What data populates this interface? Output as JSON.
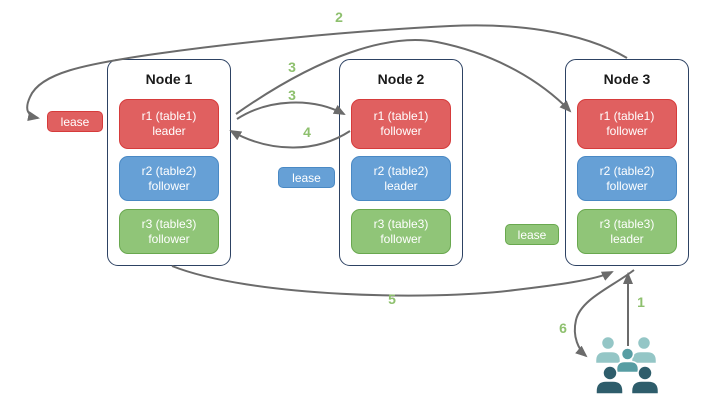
{
  "nodes": [
    {
      "title": "Node 1",
      "replicas": [
        {
          "name": "r1 (table1)",
          "role": "leader",
          "color": "red"
        },
        {
          "name": "r2 (table2)",
          "role": "follower",
          "color": "blue"
        },
        {
          "name": "r3 (table3)",
          "role": "follower",
          "color": "green"
        }
      ]
    },
    {
      "title": "Node 2",
      "replicas": [
        {
          "name": "r1 (table1)",
          "role": "follower",
          "color": "red"
        },
        {
          "name": "r2 (table2)",
          "role": "leader",
          "color": "blue"
        },
        {
          "name": "r3 (table3)",
          "role": "follower",
          "color": "green"
        }
      ]
    },
    {
      "title": "Node 3",
      "replicas": [
        {
          "name": "r1 (table1)",
          "role": "follower",
          "color": "red"
        },
        {
          "name": "r2 (table2)",
          "role": "follower",
          "color": "blue"
        },
        {
          "name": "r3 (table3)",
          "role": "leader",
          "color": "green"
        }
      ]
    }
  ],
  "leases": [
    {
      "label": "lease",
      "color": "red"
    },
    {
      "label": "lease",
      "color": "blue"
    },
    {
      "label": "lease",
      "color": "green"
    }
  ],
  "steps": {
    "s1": "1",
    "s2": "2",
    "s3a": "3",
    "s3b": "3",
    "s4": "4",
    "s5": "5",
    "s6": "6"
  },
  "icons": {
    "clients": "users-group"
  },
  "colors": {
    "red_fill": "#e06060",
    "red_border": "#d63b3b",
    "blue_fill": "#66a0d6",
    "blue_border": "#4a89c4",
    "green_fill": "#90c578",
    "green_border": "#69a84f",
    "node_border": "#2d4263",
    "arrow": "#6b6b6b",
    "step_label": "#8ec06e",
    "people_light": "#94c6c6",
    "people_mid": "#579da3",
    "people_dark": "#2e5d6b"
  }
}
